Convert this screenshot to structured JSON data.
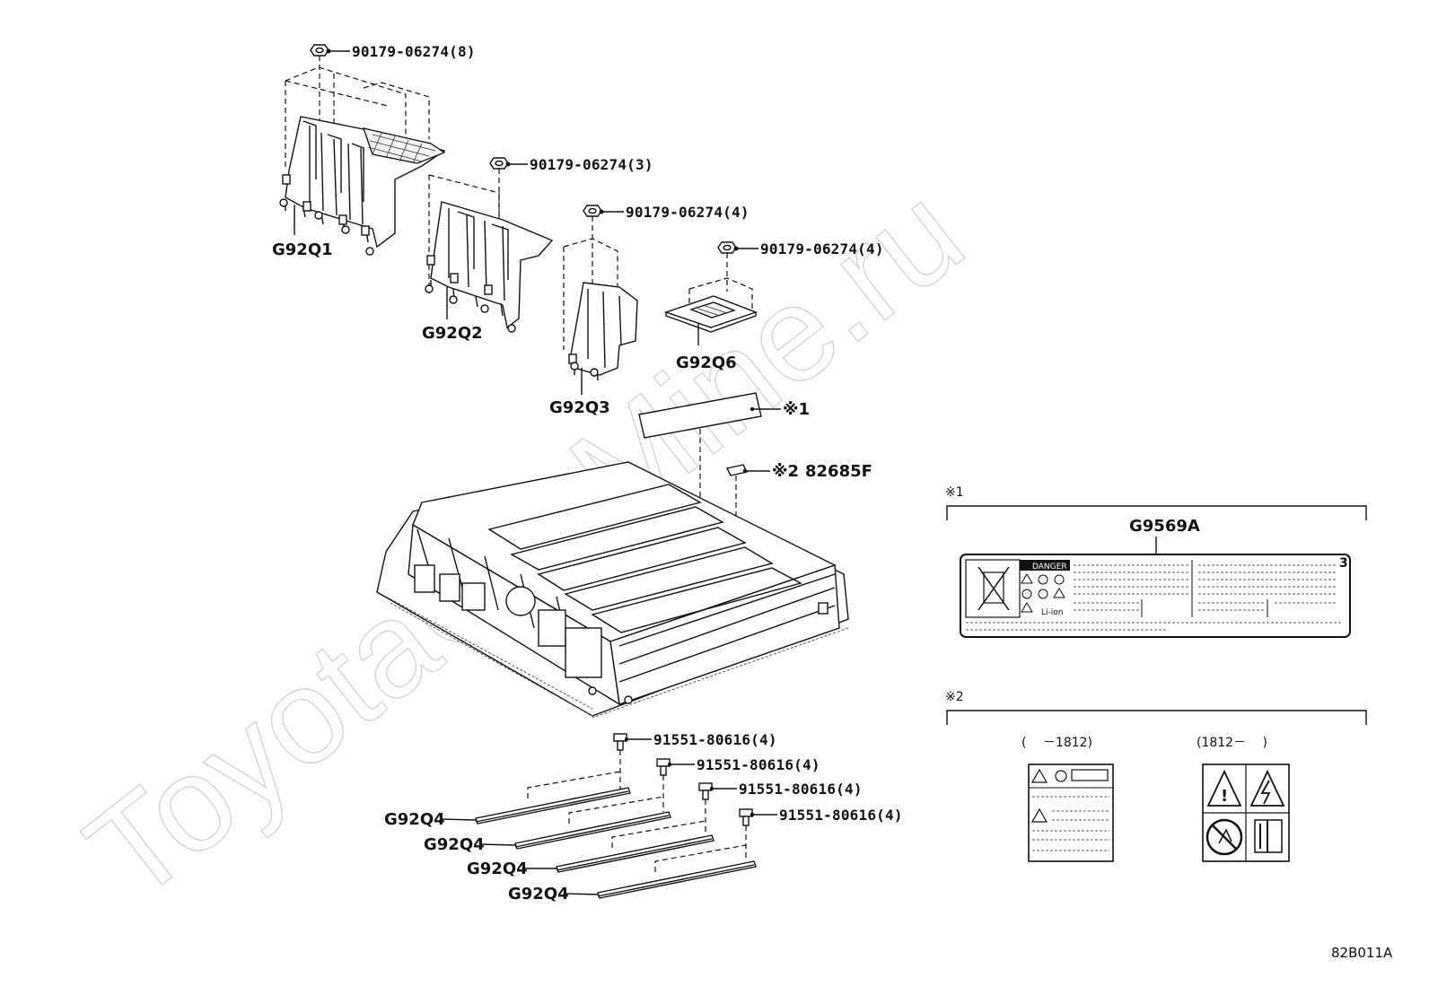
{
  "watermark": "ToyotaCarMine.ru",
  "nuts": [
    {
      "id": "nut-1",
      "label": "90179-06274(8)"
    },
    {
      "id": "nut-2",
      "label": "90179-06274(3)"
    },
    {
      "id": "nut-3",
      "label": "90179-06274(4)"
    },
    {
      "id": "nut-4",
      "label": "90179-06274(4)"
    }
  ],
  "brackets": [
    {
      "label": "G92Q1"
    },
    {
      "label": "G92Q2"
    },
    {
      "label": "G92Q3"
    },
    {
      "label": "G92Q6"
    }
  ],
  "label_ref1": "※1",
  "label_ref2": "※2",
  "label_82685": "82685F",
  "bolts": [
    {
      "label": "91551-80616(4)"
    },
    {
      "label": "91551-80616(4)"
    },
    {
      "label": "91551-80616(4)"
    },
    {
      "label": "91551-80616(4)"
    }
  ],
  "rails": [
    {
      "label": "G92Q4"
    },
    {
      "label": "G92Q4"
    },
    {
      "label": "G92Q4"
    },
    {
      "label": "G92Q4"
    }
  ],
  "detail1": {
    "marker": "※1",
    "part": "G9569A",
    "danger_text": "DANGER",
    "chem_text": "Li-ion",
    "corner_number": "3"
  },
  "detail2": {
    "marker": "※2",
    "before_label": "(　 －1812)",
    "after_label": "(1812－　 )"
  },
  "figure_code": "82B011A"
}
